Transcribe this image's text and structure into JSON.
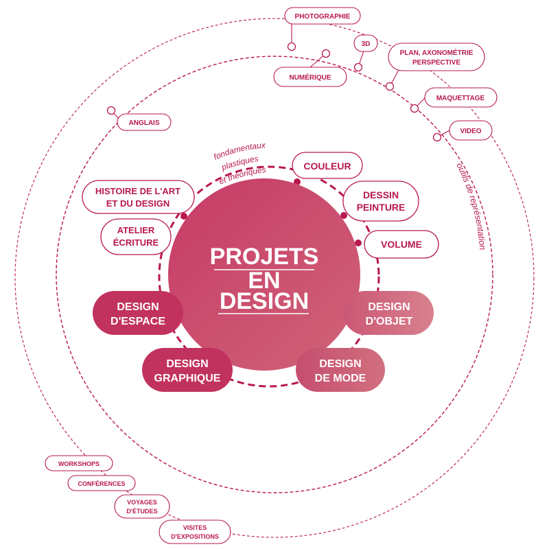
{
  "colors": {
    "accent": "#b8174f",
    "center_fill": "#c94c6f",
    "pill_dark": "#c2325f",
    "pill_light": "#d27283",
    "pill_outline_text": "#b8174f"
  },
  "center": {
    "lines": [
      "PROJETS",
      "EN",
      "DESIGN"
    ]
  },
  "arc_labels": {
    "fondamentaux": [
      "fondamentaux",
      "plastiques",
      "et théoriques"
    ],
    "outils": "outils de représentation"
  },
  "filled_pills": [
    {
      "id": "design-espace",
      "lines": [
        "DESIGN",
        "D'ESPACE"
      ]
    },
    {
      "id": "design-objet",
      "lines": [
        "DESIGN",
        "D'OBJET"
      ]
    },
    {
      "id": "design-graphique",
      "lines": [
        "DESIGN",
        "GRAPHIQUE"
      ]
    },
    {
      "id": "design-mode",
      "lines": [
        "DESIGN",
        "DE MODE"
      ]
    }
  ],
  "inner_pills": [
    {
      "id": "couleur",
      "lines": [
        "COULEUR"
      ]
    },
    {
      "id": "dessin-peinture",
      "lines": [
        "DESSIN",
        "PEINTURE"
      ]
    },
    {
      "id": "volume",
      "lines": [
        "VOLUME"
      ]
    },
    {
      "id": "histoire-art",
      "lines": [
        "HISTOIRE DE L'ART",
        "ET DU DESIGN"
      ]
    },
    {
      "id": "atelier-ecriture",
      "lines": [
        "ATELIER",
        "ÉCRITURE"
      ]
    }
  ],
  "outer_pills": [
    {
      "id": "photographie",
      "lines": [
        "PHOTOGRAPHIE"
      ]
    },
    {
      "id": "3d",
      "lines": [
        "3D"
      ]
    },
    {
      "id": "plan",
      "lines": [
        "PLAN, AXONOMÉTRIE",
        "PERSPECTIVE"
      ]
    },
    {
      "id": "numerique",
      "lines": [
        "NUMÉRIQUE"
      ]
    },
    {
      "id": "maquettage",
      "lines": [
        "MAQUETTAGE"
      ]
    },
    {
      "id": "video",
      "lines": [
        "VIDEO"
      ]
    },
    {
      "id": "anglais",
      "lines": [
        "ANGLAIS"
      ]
    },
    {
      "id": "workshops",
      "lines": [
        "WORKSHOPS"
      ]
    },
    {
      "id": "conferences",
      "lines": [
        "CONFÉRENCES"
      ]
    },
    {
      "id": "voyages",
      "lines": [
        "VOYAGES",
        "D'ÉTUDES"
      ]
    },
    {
      "id": "visites",
      "lines": [
        "VISITES",
        "D'EXPOSITIONS"
      ]
    }
  ]
}
